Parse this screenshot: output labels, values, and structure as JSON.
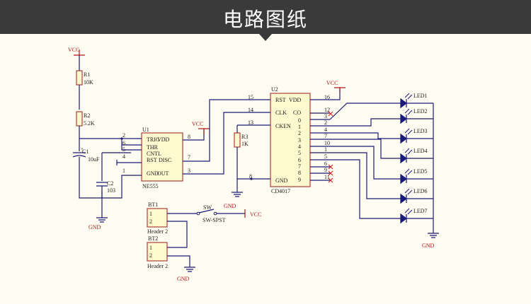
{
  "page": {
    "title": "电路图纸"
  },
  "labels": {
    "vcc": "VCC",
    "gnd": "GND",
    "r1": "R1",
    "r1v": "10K",
    "r2": "R2",
    "r2v": "5.2K",
    "c1": "C1",
    "c1v": "10uF",
    "c2": "C2",
    "c2v": "103",
    "r3": "R3",
    "r3v": "1K",
    "u1": "U1",
    "u1part": "NE555",
    "u2": "U2",
    "u2part": "CD4017",
    "bt1": "BT1",
    "bt2": "BT2",
    "header": "Header 2",
    "sw": "SW",
    "swpart": "SW-SPST",
    "pin1": "1",
    "pin2": "2"
  },
  "u1pins": {
    "trig": "TRIG",
    "thr": "THR",
    "cntl": "CNTL",
    "rst": "RST",
    "gnd": "GND",
    "vdd": "VDD",
    "disc": "DISC",
    "out": "OUT",
    "n2": "2",
    "n6": "6",
    "n5": "5",
    "n4": "4",
    "n1": "1",
    "n8": "8",
    "n7": "7",
    "n3": "3"
  },
  "u2pins": {
    "rst": "RST",
    "vdd": "VDD",
    "clk": "CLK",
    "co": "CO",
    "cken": "CKEN",
    "gnd": "GND",
    "n15": "15",
    "n14": "14",
    "n13": "13",
    "n8": "8",
    "n16": "16",
    "out_labels": [
      "0",
      "1",
      "2",
      "3",
      "4",
      "5",
      "6",
      "7",
      "8",
      "9"
    ],
    "out_pins": [
      "12",
      "3",
      "2",
      "4",
      "7",
      "10",
      "1",
      "5",
      "6",
      "9",
      "11"
    ]
  },
  "leds": [
    {
      "label": "LED1",
      "color": "#1a1a7a"
    },
    {
      "label": "LED2",
      "color": "#1a1a7a"
    },
    {
      "label": "LED3",
      "color": "#1a1a7a"
    },
    {
      "label": "LED4",
      "color": "#1a1a7a"
    },
    {
      "label": "LED5",
      "color": "#1a1a7a"
    },
    {
      "label": "LED6",
      "color": "#1a1a7a"
    },
    {
      "label": "LED7",
      "color": "#1a1a7a"
    }
  ]
}
